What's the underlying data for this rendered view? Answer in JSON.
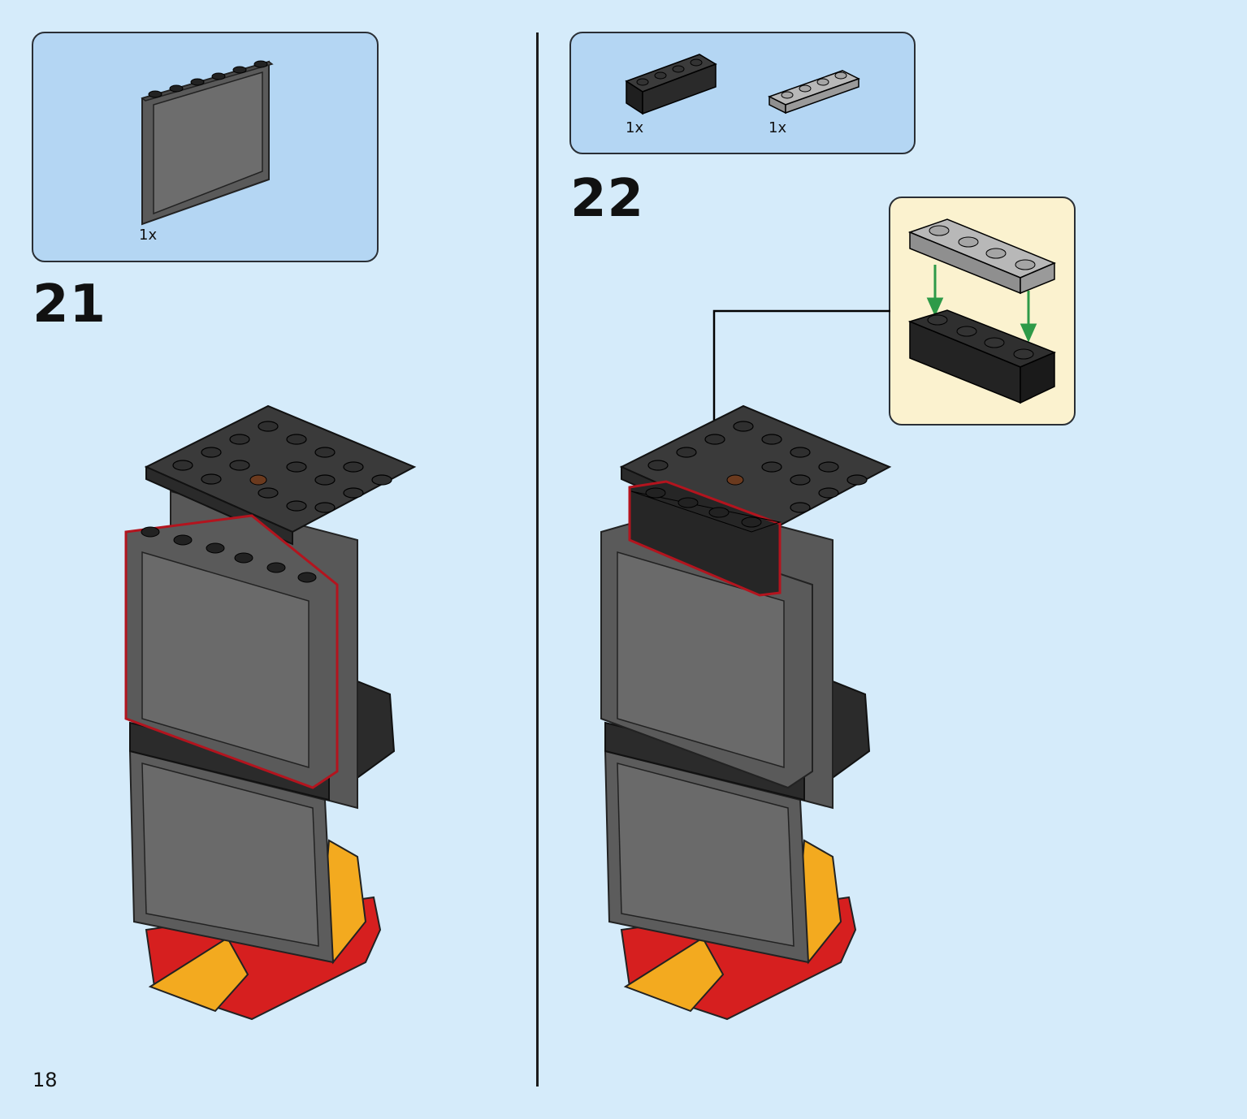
{
  "page": {
    "number": "18"
  },
  "steps": [
    {
      "number": "21",
      "parts": [
        {
          "qty": "1x",
          "part": "panel 1x6x5 dark bluish gray"
        }
      ]
    },
    {
      "number": "22",
      "parts": [
        {
          "qty": "1x",
          "part": "brick 1x4 black"
        },
        {
          "qty": "1x",
          "part": "plate 1x4 light bluish gray"
        }
      ]
    }
  ],
  "colors": {
    "background": "#d5ebfa",
    "parts_box": "#b4d6f3",
    "callout": "#fbf2cf",
    "highlight": "#b3141e",
    "arrow_green": "#2e9a48"
  }
}
